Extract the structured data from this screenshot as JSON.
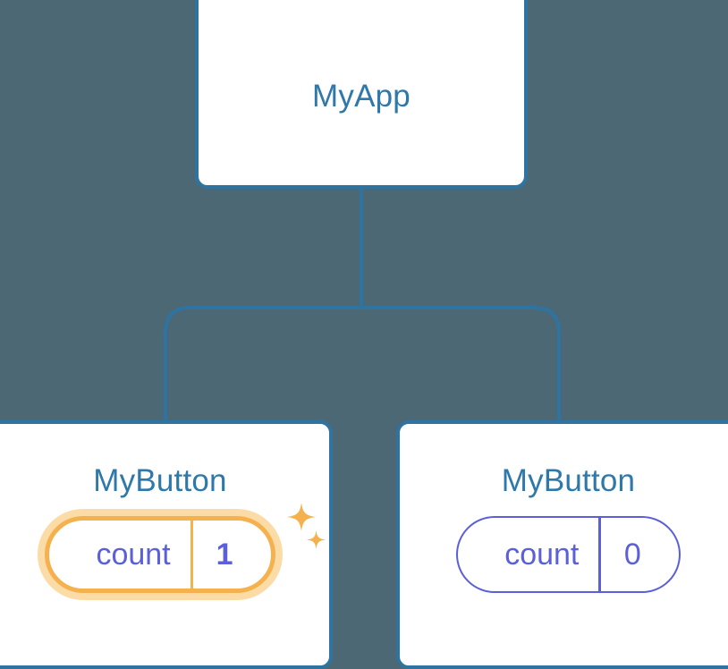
{
  "diagram": {
    "type": "component-tree",
    "background_color": "#4c6874",
    "node_border_color": "#2f73a0",
    "node_text_color": "#2f78aa",
    "connector_color": "#2f73a0",
    "state_color": "#5b5fd9",
    "highlight_color": "#f5b14e",
    "highlight_glow_color": "#fbdca6"
  },
  "root": {
    "title": "MyApp"
  },
  "children": [
    {
      "title": "MyButton",
      "state_key": "count",
      "state_value": "1",
      "highlighted": true,
      "sparkle": true
    },
    {
      "title": "MyButton",
      "state_key": "count",
      "state_value": "0",
      "highlighted": false,
      "sparkle": false
    }
  ]
}
